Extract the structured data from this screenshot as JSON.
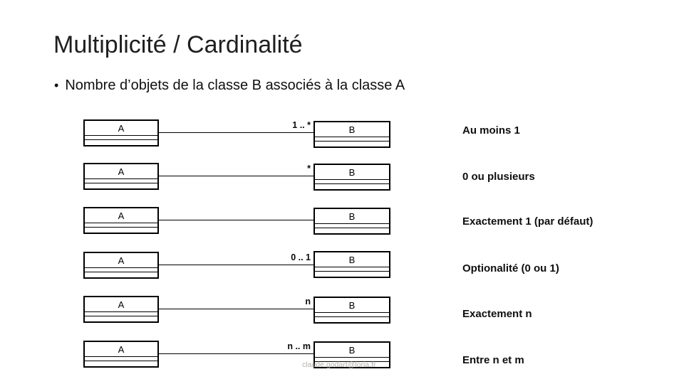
{
  "slide": {
    "title": "Multiplicité / Cardinalité",
    "bullet_glyph": "•",
    "bullet": "Nombre d’objets de la classe B associés à la classe A",
    "class_a": "A",
    "class_b": "B",
    "rows": [
      {
        "multiplicity": "1 .. *",
        "caption": "Au moins 1"
      },
      {
        "multiplicity": "*",
        "caption": "0 ou plusieurs"
      },
      {
        "multiplicity": "",
        "caption": "Exactement 1 (par défaut)"
      },
      {
        "multiplicity": "0 .. 1",
        "caption": "Optionalité (0 ou 1)"
      },
      {
        "multiplicity": "n",
        "caption": "Exactement n"
      },
      {
        "multiplicity": "n .. m",
        "caption": "Entre n et m"
      }
    ],
    "watermark": "claude.godart@loria.fr",
    "colors": {
      "background": "#ffffff",
      "text": "#000000",
      "watermark": "#b3b0ad"
    }
  }
}
